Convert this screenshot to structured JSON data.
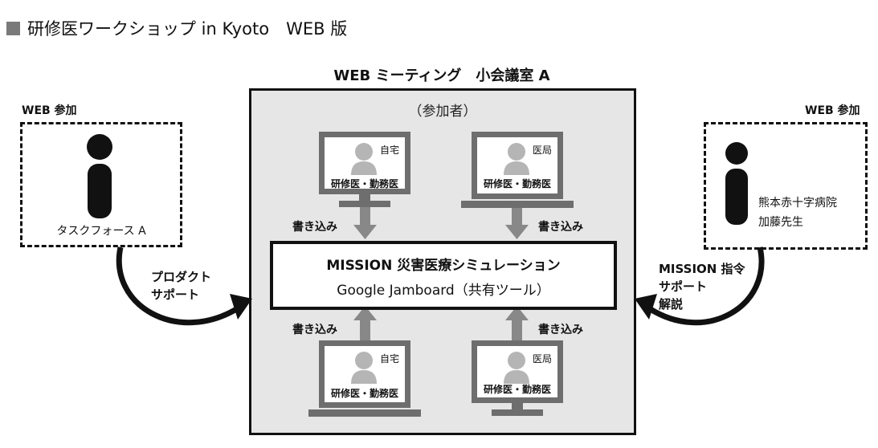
{
  "header": {
    "title": "研修医ワークショップ in Kyoto　WEB 版"
  },
  "meeting": {
    "title": "WEB ミーティング　小会議室 A",
    "participants_label": "（参加者）"
  },
  "left_participant": {
    "tag": "WEB 参加",
    "name": "タスクフォース A"
  },
  "right_participant": {
    "tag": "WEB 参加",
    "name_line1": "熊本赤十字病院",
    "name_line2": "加藤先生"
  },
  "center": {
    "line1": "MISSION 災害医療シミュレーション",
    "line2": "Google Jamboard（共有ツール）"
  },
  "write_label": "書き込み",
  "devices": [
    {
      "location": "自宅",
      "label": "研修医・勤務医"
    },
    {
      "location": "医局",
      "label": "研修医・勤務医"
    },
    {
      "location": "自宅",
      "label": "研修医・勤務医"
    },
    {
      "location": "医局",
      "label": "研修医・勤務医"
    }
  ],
  "left_support": {
    "line1": "プロダクト",
    "line2": "サポート"
  },
  "right_support": {
    "line1": "MISSION 指令",
    "line2": "サポート",
    "line3": "解説"
  },
  "colors": {
    "frame": "#111111",
    "meeting_bg": "#e6e6e6",
    "arrow_gray": "#888888",
    "device_dark": "#6e6e6e",
    "avatar_gray": "#b5b5b5"
  }
}
